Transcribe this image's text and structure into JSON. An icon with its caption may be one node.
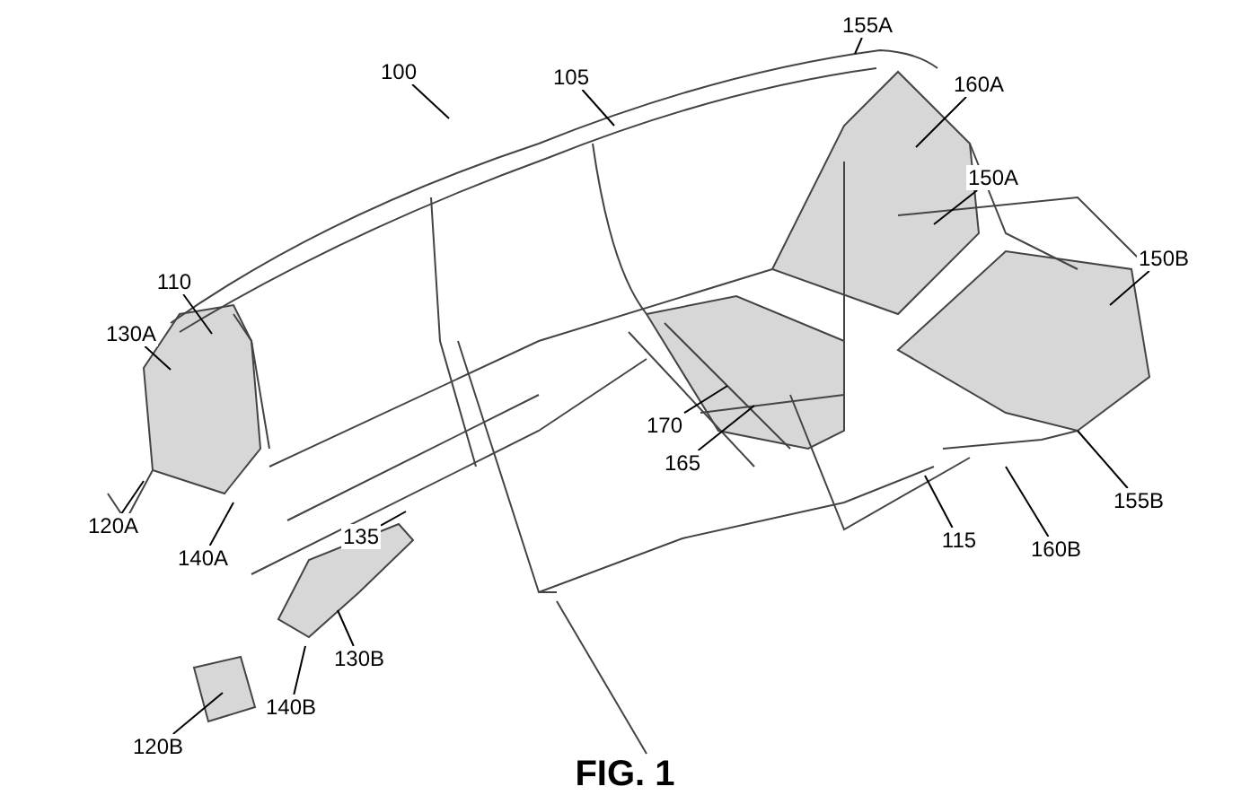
{
  "diagram": {
    "caption": "FIG. 1",
    "nodes": [
      {
        "text": [
          "100"
        ]
      },
      {
        "text": [
          "105"
        ]
      },
      {
        "text": [
          "155A"
        ]
      },
      {
        "text": [
          "160A"
        ]
      },
      {
        "text": [
          "150A"
        ]
      },
      {
        "text": [
          "150B"
        ]
      },
      {
        "text": [
          "110"
        ]
      },
      {
        "text": [
          "130A"
        ]
      },
      {
        "text": [
          "170"
        ]
      },
      {
        "text": [
          "165"
        ]
      },
      {
        "text": [
          "120A"
        ]
      },
      {
        "text": [
          "140A"
        ]
      },
      {
        "text": [
          "135"
        ]
      },
      {
        "text": [
          "115"
        ]
      },
      {
        "text": [
          "160B"
        ]
      },
      {
        "text": [
          "155B"
        ]
      },
      {
        "text": [
          "130B"
        ]
      },
      {
        "text": [
          "140B"
        ]
      },
      {
        "text": [
          "120B"
        ]
      }
    ],
    "edges": [
      {
        "from": 0,
        "to": null,
        "arrow": "none"
      },
      {
        "from": 1,
        "to": null,
        "arrow": "none"
      },
      {
        "from": 2,
        "to": null,
        "arrow": "none"
      },
      {
        "from": 3,
        "to": null,
        "arrow": "none"
      },
      {
        "from": 4,
        "to": null,
        "arrow": "none"
      },
      {
        "from": 5,
        "to": null,
        "arrow": "none"
      },
      {
        "from": 6,
        "to": null,
        "arrow": "none"
      },
      {
        "from": 7,
        "to": null,
        "arrow": "none"
      },
      {
        "from": 8,
        "to": null,
        "arrow": "none"
      },
      {
        "from": 9,
        "to": null,
        "arrow": "none"
      },
      {
        "from": 10,
        "to": null,
        "arrow": "none"
      },
      {
        "from": 11,
        "to": null,
        "arrow": "none"
      },
      {
        "from": 12,
        "to": null,
        "arrow": "none"
      },
      {
        "from": 13,
        "to": null,
        "arrow": "none"
      },
      {
        "from": 14,
        "to": null,
        "arrow": "none"
      },
      {
        "from": 15,
        "to": null,
        "arrow": "none"
      },
      {
        "from": 16,
        "to": null,
        "arrow": "none"
      },
      {
        "from": 17,
        "to": null,
        "arrow": "none"
      },
      {
        "from": 18,
        "to": null,
        "arrow": "none"
      }
    ]
  }
}
